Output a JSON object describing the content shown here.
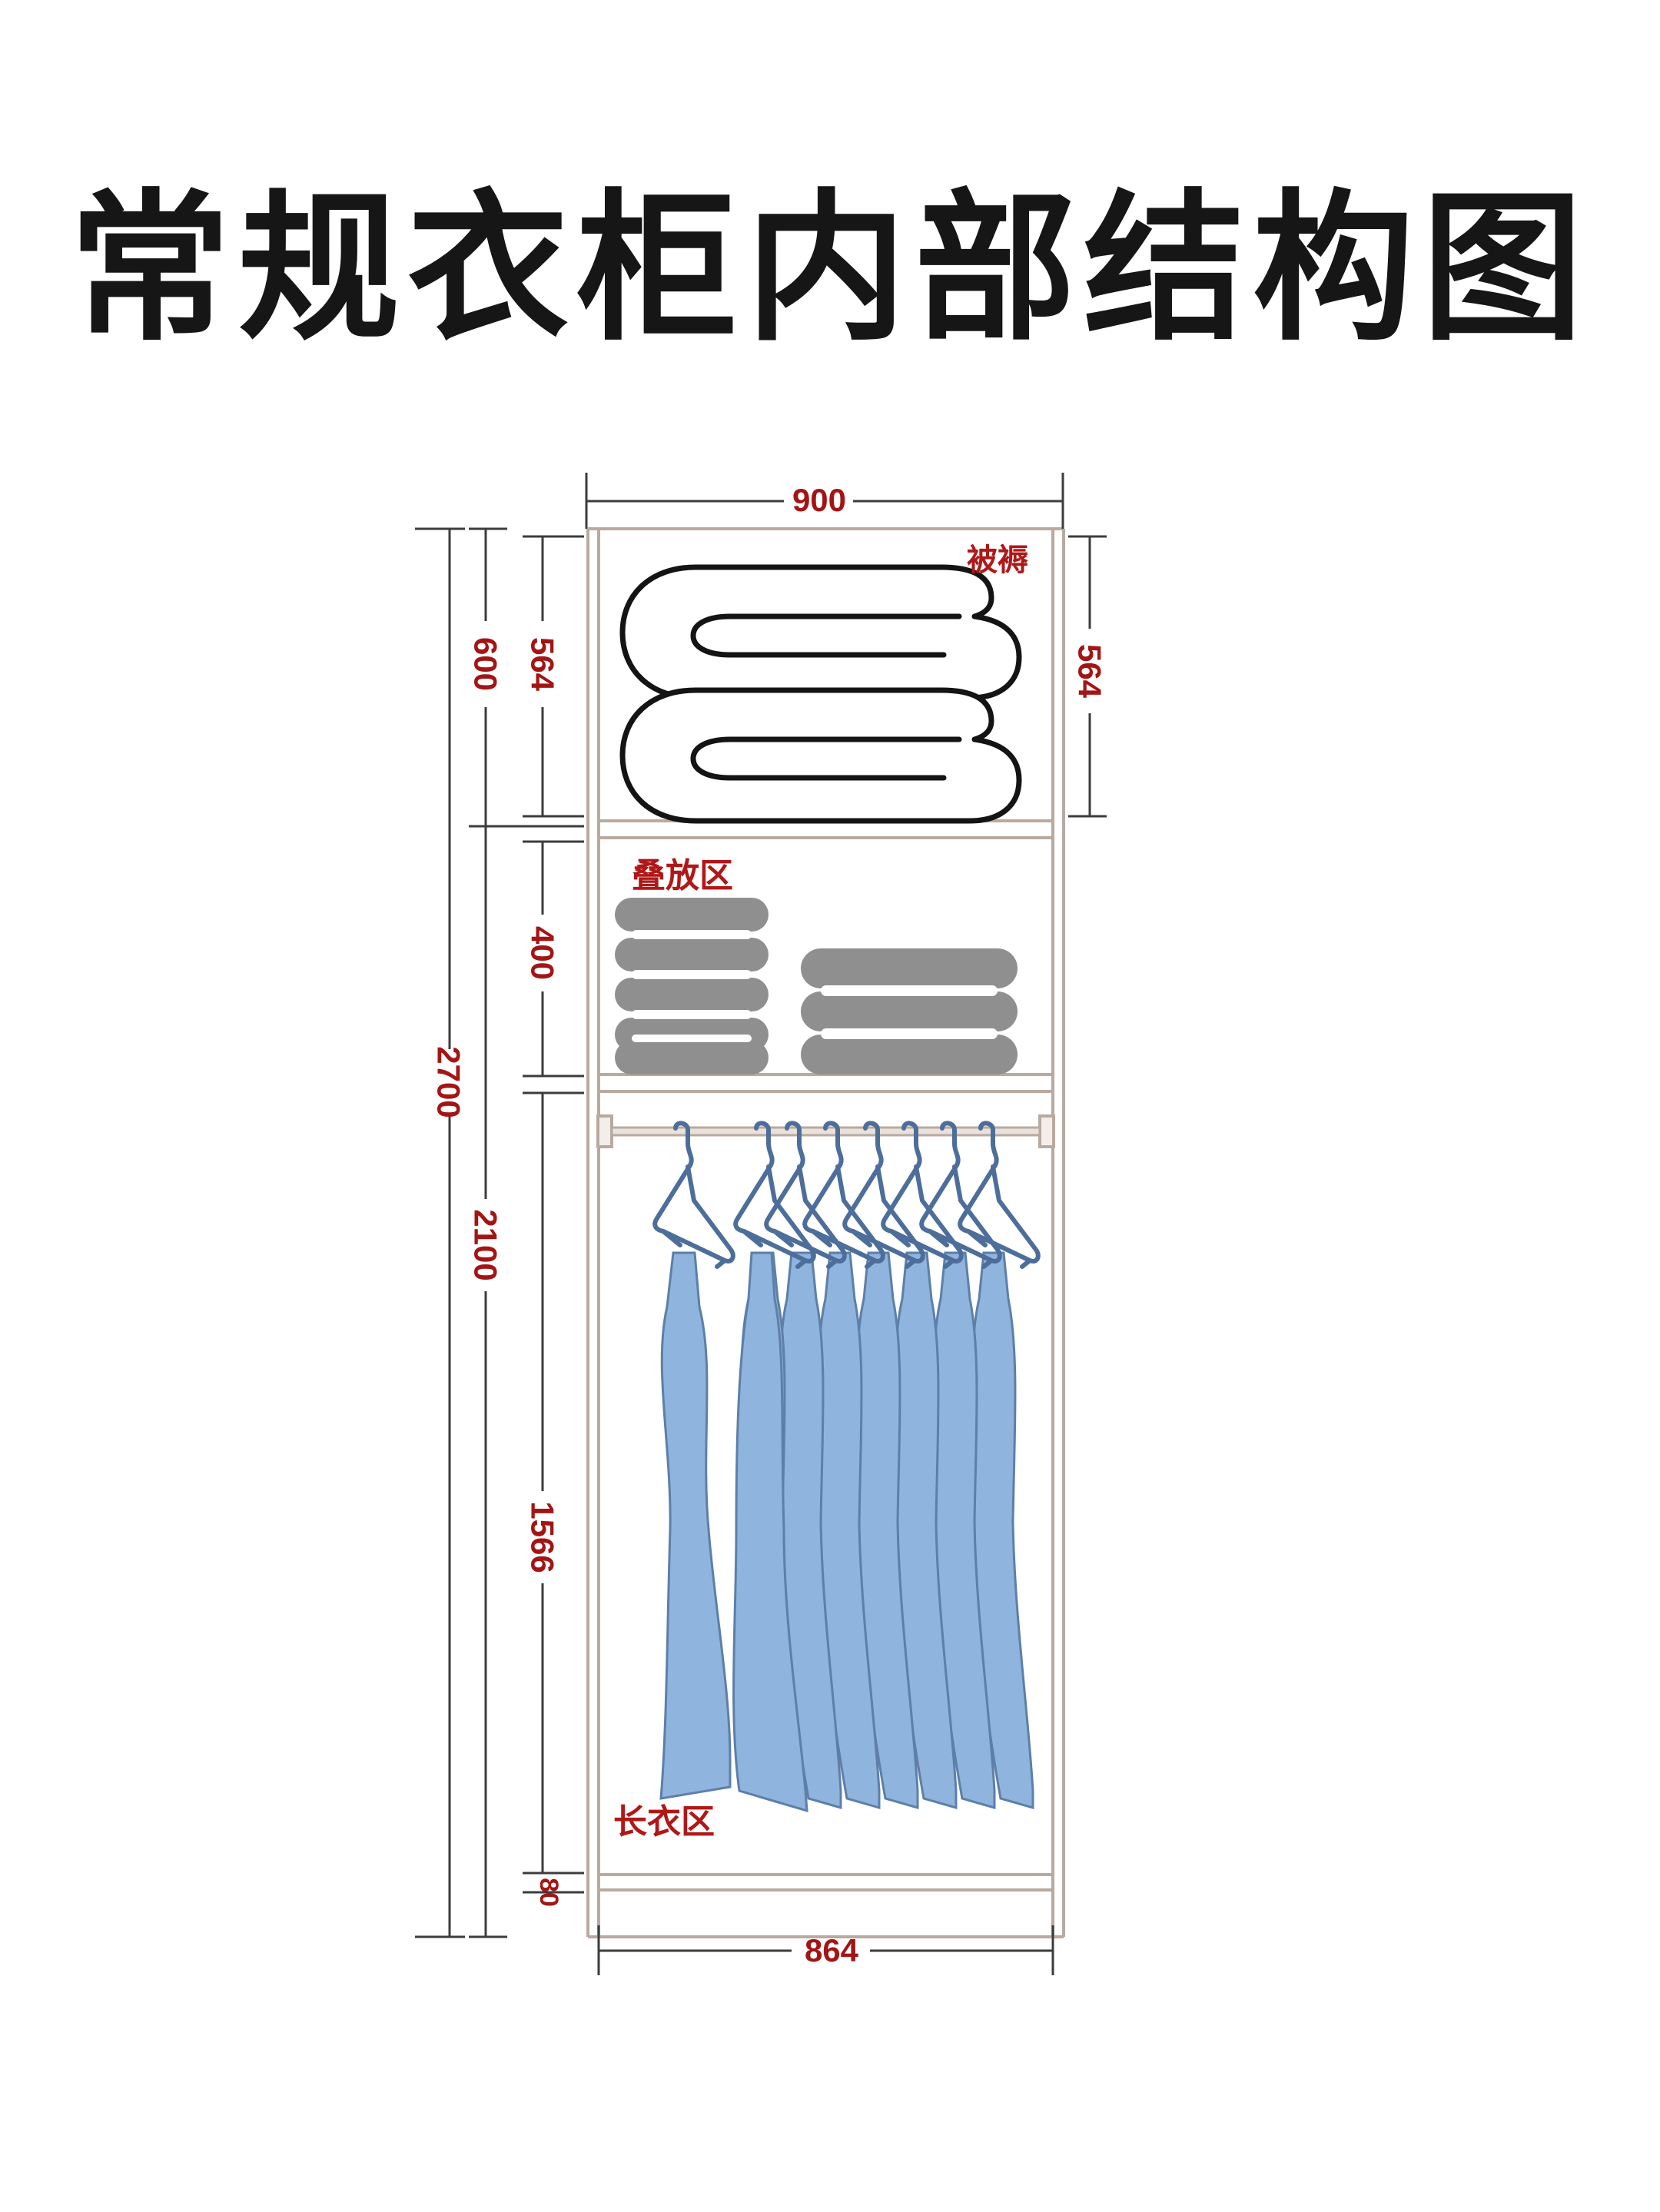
{
  "title": "常规衣柜内部结构图",
  "colors": {
    "dimension_text": "#a31515",
    "cabinet_line": "#b9a99f",
    "folded_clothes": "#8f8f8f",
    "hanging_clothes": "#8fb4dd",
    "hanger": "#4d6e9a"
  },
  "dimensions": {
    "top_width": "900",
    "bottom_width": "864",
    "total_height": "2700",
    "top_section": "600",
    "hanging_section": "2100",
    "quilt_inner": "564",
    "quilt_inner_right": "564",
    "fold_inner": "400",
    "hang_inner": "1566",
    "plinth": "80"
  },
  "zones": {
    "quilt": "被褥",
    "fold": "叠放区",
    "hang": "长衣区"
  }
}
